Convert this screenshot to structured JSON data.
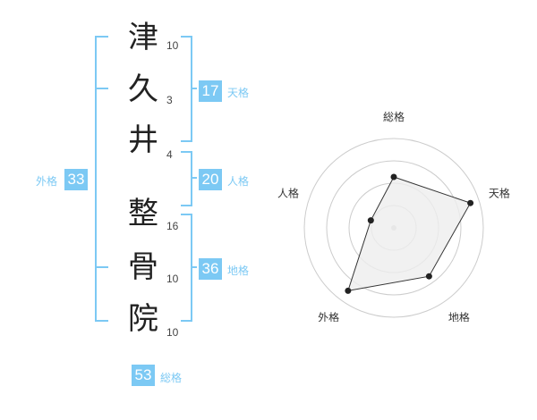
{
  "name": {
    "characters": [
      {
        "char": "津",
        "strokes": "10"
      },
      {
        "char": "久",
        "strokes": "3"
      },
      {
        "char": "井",
        "strokes": "4"
      },
      {
        "char": "整",
        "strokes": "16"
      },
      {
        "char": "骨",
        "strokes": "10"
      },
      {
        "char": "院",
        "strokes": "10"
      }
    ]
  },
  "fortunes": {
    "tenkaku": {
      "value": "17",
      "label": "天格"
    },
    "jinkaku": {
      "value": "20",
      "label": "人格"
    },
    "chikaku": {
      "value": "36",
      "label": "地格"
    },
    "gaikaku": {
      "value": "33",
      "label": "外格"
    },
    "soukaku": {
      "value": "53",
      "label": "総格"
    }
  },
  "chart_data": {
    "type": "radar",
    "axes": [
      "総格",
      "天格",
      "地格",
      "外格",
      "人格"
    ],
    "values": [
      0.57,
      0.9,
      0.67,
      0.87,
      0.27
    ],
    "range": [
      0,
      1
    ],
    "rings": 4,
    "colors": {
      "fill": "#eeeeee",
      "stroke": "#333333",
      "ring": "#cccccc",
      "accent": "#7cc9f4"
    }
  }
}
